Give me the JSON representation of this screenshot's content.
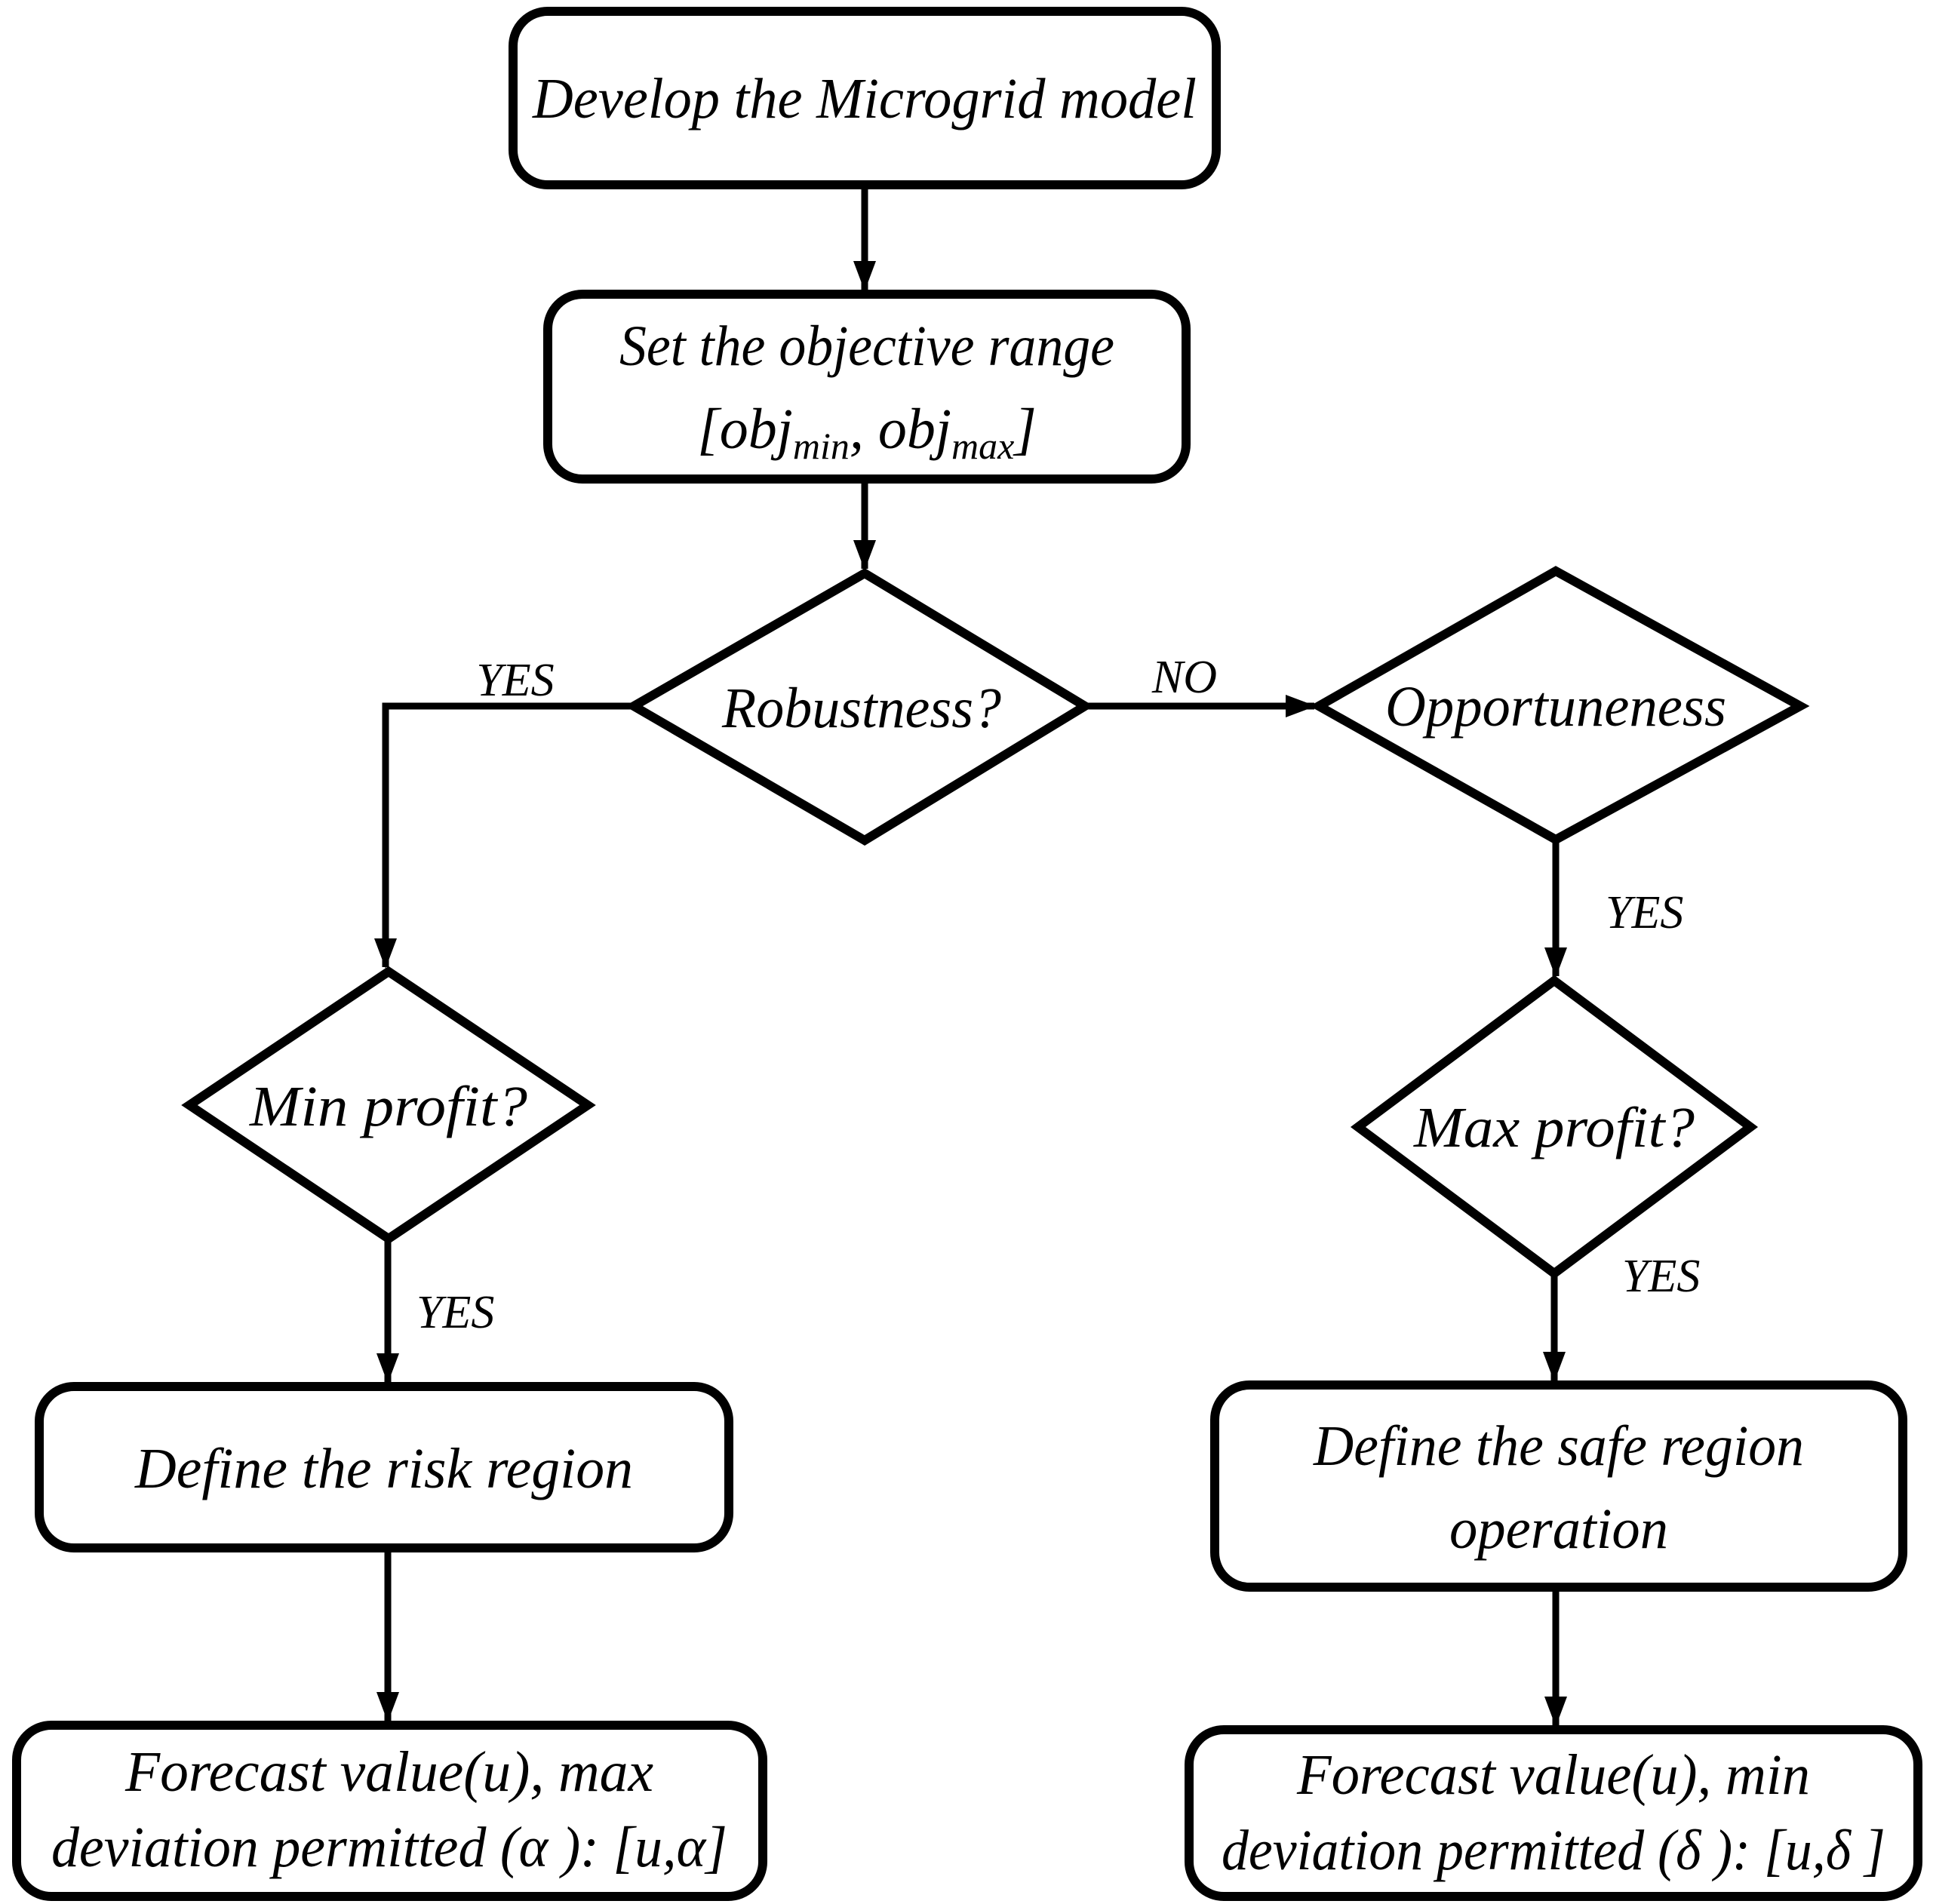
{
  "flowchart": {
    "nodes": {
      "develop_model": {
        "label": "Develop the Microgrid model"
      },
      "objective_range": {
        "line1": "Set the objective range",
        "line2_prefix": "[obj",
        "line2_sub_min": "min",
        "line2_mid": ", obj",
        "line2_sub_max": "max",
        "line2_suffix": "]"
      },
      "robustness": {
        "label": "Robustness?"
      },
      "opportuneness": {
        "label": "Opportuneness"
      },
      "min_profit": {
        "label": "Min profit?"
      },
      "max_profit": {
        "label": "Max profit?"
      },
      "risk_region": {
        "label": "Define the risk region"
      },
      "safe_region": {
        "line1": "Define the safe region",
        "line2": "operation"
      },
      "forecast_alpha": {
        "line1": "Forecast value(u), max",
        "line2": "deviation permitted (α ): [u,α]"
      },
      "forecast_delta": {
        "line1": "Forecast value(u), min",
        "line2": "deviation permitted (δ ): [u,δ ]"
      }
    },
    "edge_labels": {
      "robustness_yes": "YES",
      "robustness_no": "NO",
      "opportuneness_yes": "YES",
      "min_profit_yes": "YES",
      "max_profit_yes": "YES"
    },
    "colors": {
      "ink": "#000000",
      "background": "#ffffff"
    }
  }
}
